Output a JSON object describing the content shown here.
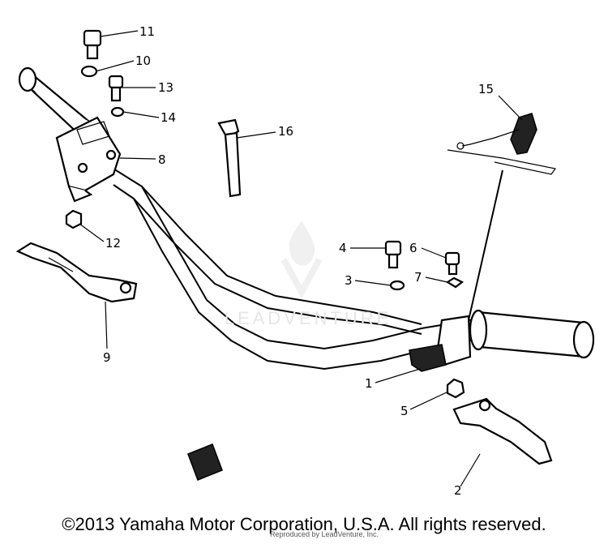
{
  "watermark": "LEADVENTURE",
  "footer": {
    "copyright": "©2013 Yamaha Motor Corporation, U.S.A. All rights reserved.",
    "sub_note": "Reproduced by LeadVenture, Inc."
  },
  "callouts": [
    "1",
    "2",
    "3",
    "4",
    "5",
    "6",
    "7",
    "8",
    "9",
    "10",
    "11",
    "12",
    "13",
    "14",
    "15",
    "16"
  ],
  "colors": {
    "ink": "#000000",
    "background": "#ffffff",
    "watermark": "#e6e6e6"
  }
}
